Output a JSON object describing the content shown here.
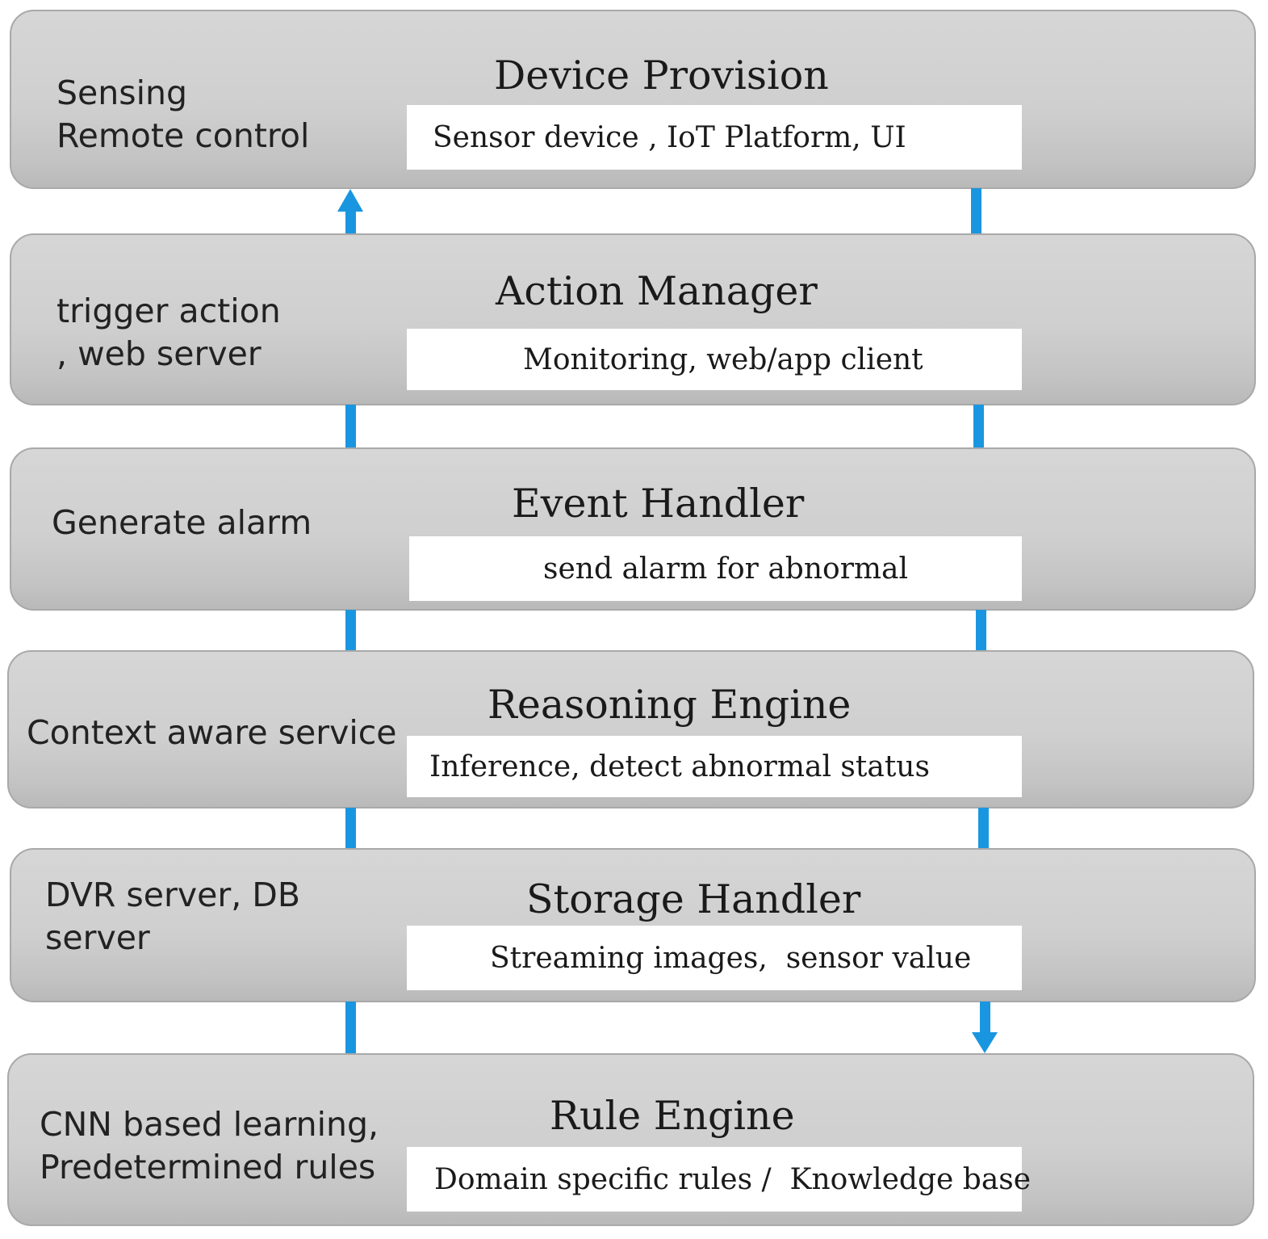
{
  "layers": [
    {
      "title": "Device Provision",
      "side_text": "Sensing\nRemote control",
      "detail": "Sensor device , IoT Platform, UI"
    },
    {
      "title": "Action Manager",
      "side_text": "trigger action\n, web server",
      "detail": "Monitoring, web/app client"
    },
    {
      "title": "Event Handler",
      "side_text": "Generate alarm",
      "detail": "send alarm for abnormal"
    },
    {
      "title": "Reasoning Engine",
      "side_text": "Context aware service",
      "detail": "Inference, detect abnormal status"
    },
    {
      "title": "Storage Handler",
      "side_text": "DVR server, DB\nserver",
      "detail": "Streaming images,  sensor value"
    },
    {
      "title": "Rule Engine",
      "side_text": "CNN based learning,\nPredetermined rules",
      "detail": "Domain specific rules /  Knowledge base"
    }
  ],
  "colors": {
    "connector": "#1a96e0",
    "layer_fill": "#d0d0d0",
    "layer_border": "#a9a9a9",
    "detail_fill": "#ffffff"
  },
  "flows": {
    "left_column": "upward",
    "right_column": "downward"
  }
}
